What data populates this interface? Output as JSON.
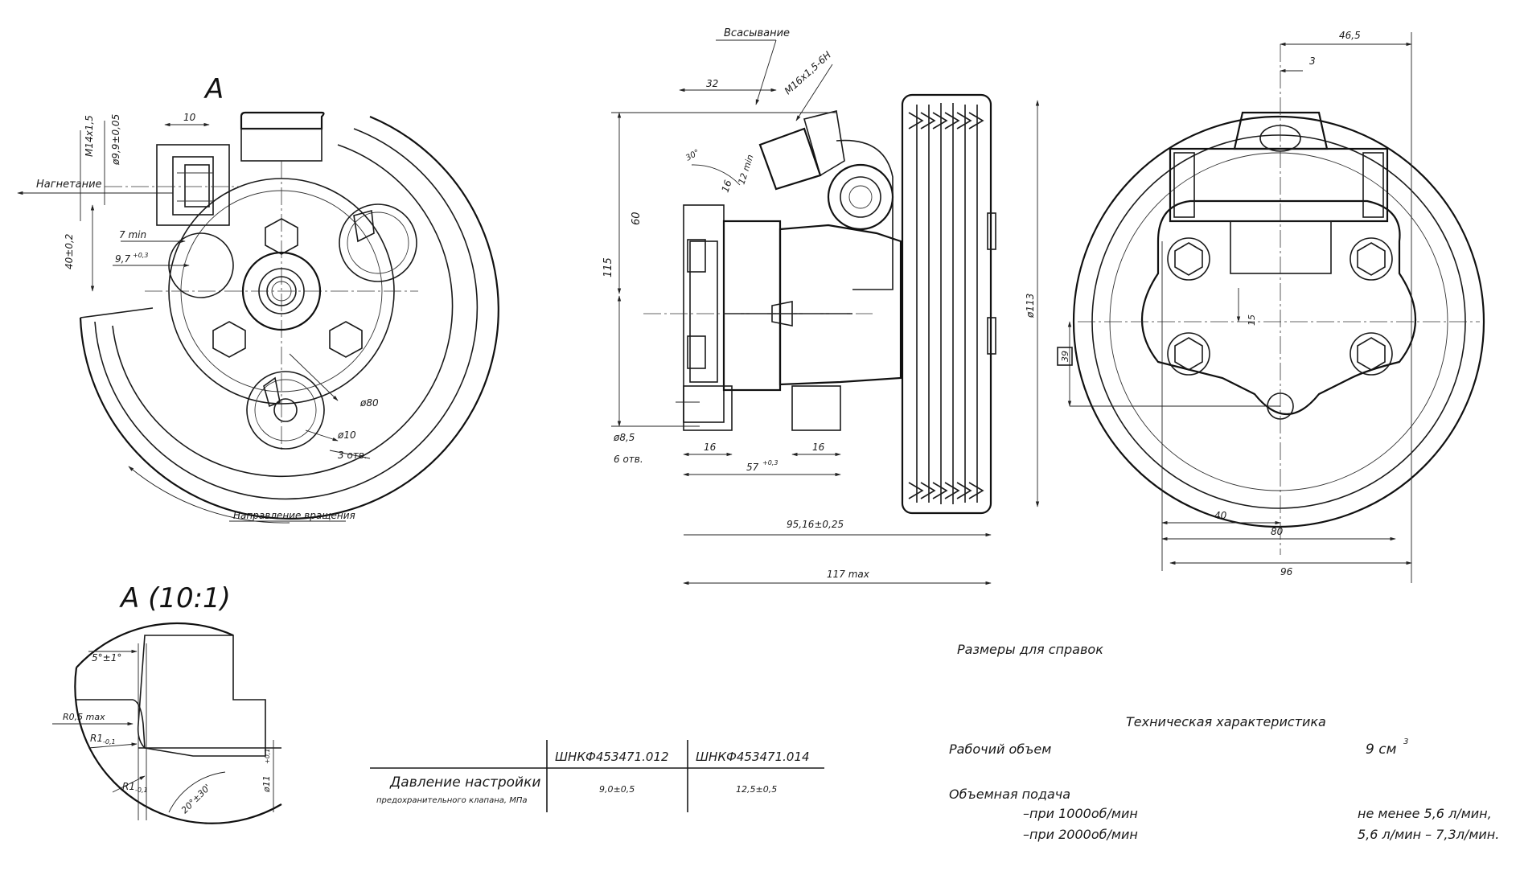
{
  "view_a_label": "А",
  "detail_label": "А (10:1)",
  "left_view": {
    "pressure_port": "Нагнетание",
    "thread": "M14x1,5",
    "bore": "ø9,9±0,05",
    "dim_10": "10",
    "dim_7min": "7 min",
    "dim_9_7": "9,7",
    "dim_9_7_tol": "+0,3",
    "dim_40": "40±0,2",
    "dia_80": "ø80",
    "dia_10": "ø10",
    "holes_3": "3 отв.",
    "rotation": "Направление вращения"
  },
  "middle_view": {
    "suction": "Всасывание",
    "thread": "M16x1,5-6H",
    "dim_32": "32",
    "angle_30": "30°",
    "dim_12min": "12 min",
    "dim_16a": "16",
    "dim_60": "60",
    "dim_115": "115",
    "dia_8_5": "ø8,5",
    "holes_6": "6 отв.",
    "dim_16b": "16",
    "dim_16c": "16",
    "dim_57": "57",
    "dim_57_tol": "+0,3",
    "dim_95": "95,16±0,25",
    "dim_117": "117 max",
    "dia_pulley": "ø113"
  },
  "right_view": {
    "dim_46_5": "46,5",
    "dim_3": "3",
    "dim_15": "15",
    "dim_39": "39",
    "dim_40": "40",
    "dim_80": "80",
    "dim_96": "96"
  },
  "detail": {
    "chamfer": "5°±1°",
    "r_max": "R0,5 max",
    "r1": "R1",
    "r1_tol": "-0,1",
    "r1b": "R1",
    "r1b_tol": "-0,1",
    "angle": "20°±30'",
    "dia": "ø11",
    "dia_tol": "+0,1"
  },
  "table": {
    "col1": "ШНКФ453471.012",
    "col2": "ШНКФ453471.014",
    "row_title": "Давление настройки",
    "row_sub": "предохранительного клапана, МПа",
    "val1": "9,0±0,5",
    "val2": "12,5±0,5"
  },
  "notes": {
    "reference": "Размеры для справок",
    "tech_title": "Техническая характеристика",
    "work_volume_label": "Рабочий объем",
    "work_volume_value": "9 см",
    "work_volume_sup": "3",
    "flow_label": "Объемная подача",
    "flow_1000": "–при 1000об/мин",
    "flow_2000": "–при 2000об/мин",
    "flow_1000_value": "не менее 5,6 л/мин,",
    "flow_2000_value": "5,6 л/мин – 7,3л/мин."
  }
}
